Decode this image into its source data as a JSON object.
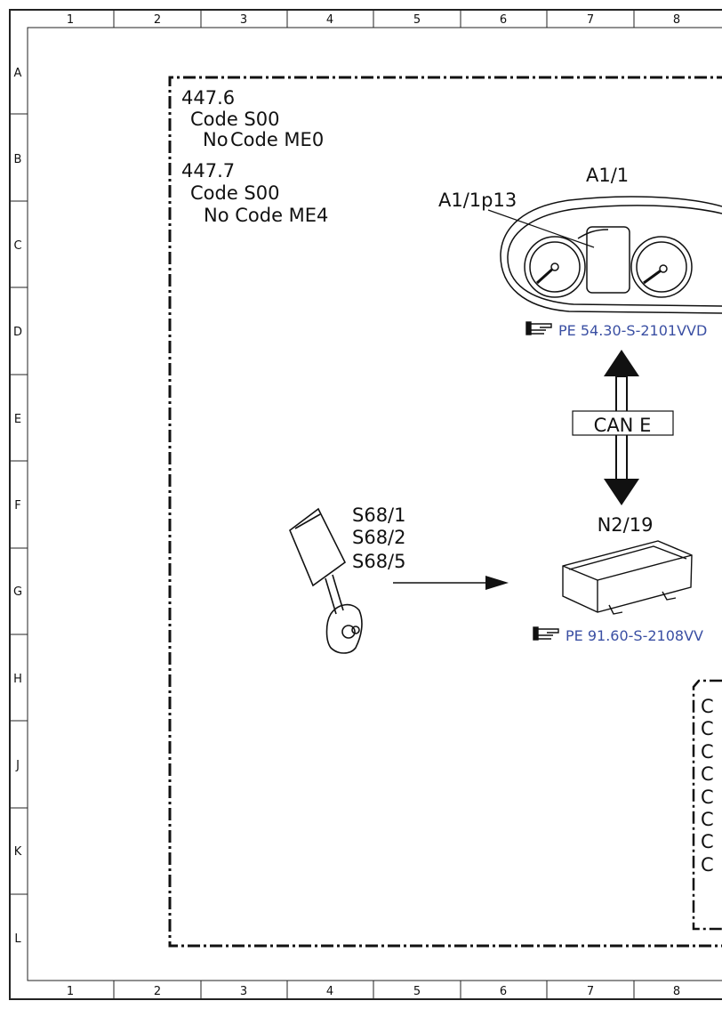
{
  "grid": {
    "columns": [
      "1",
      "2",
      "3",
      "4",
      "5",
      "6",
      "7",
      "8"
    ],
    "rows": [
      "A",
      "B",
      "C",
      "D",
      "E",
      "F",
      "G",
      "H",
      "J",
      "K",
      "L"
    ]
  },
  "notes": [
    {
      "code_line": "447.6",
      "line2": "Code S00",
      "no_word": "No",
      "line3_rest": "Code ME0"
    },
    {
      "code_line": "447.7",
      "line2": "Code S00",
      "line3": "No Code ME4"
    }
  ],
  "components": {
    "cluster_label": "A1/1",
    "cluster_display_label": "A1/1p13",
    "cluster_ref": "PE 54.30-S-2101VVD",
    "bus_label": "CAN E",
    "module_label": "N2/19",
    "module_ref": "PE 91.60-S-2108VV",
    "buckle_labels": [
      "S68/1",
      "S68/2",
      "S68/5"
    ]
  },
  "right_box": {
    "letters": [
      "C",
      "C",
      "C",
      "C",
      "C",
      "C",
      "C",
      "C"
    ]
  },
  "icons": {
    "reference_hand": "pointing-hand-icon"
  }
}
